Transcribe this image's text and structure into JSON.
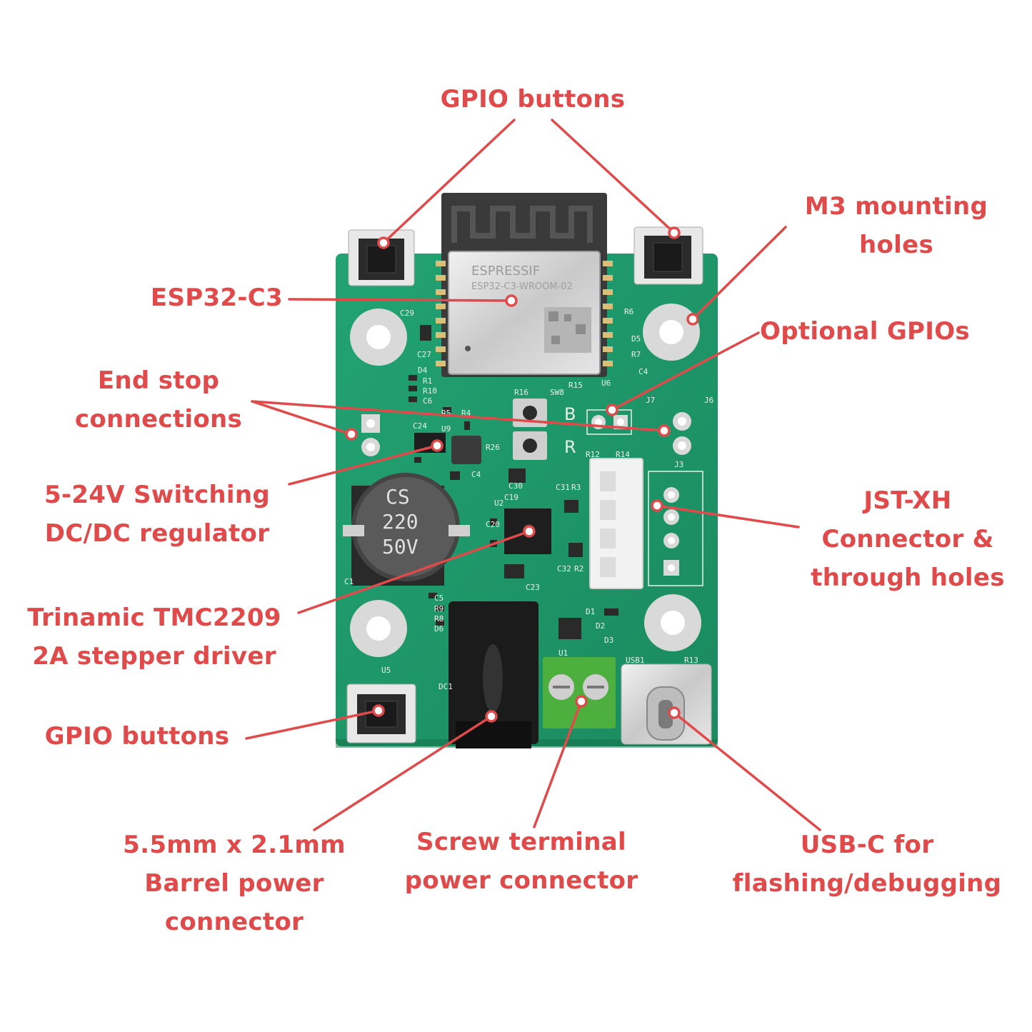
{
  "colors": {
    "accent": "#e04a4a",
    "pcb": "#1f9a6a",
    "pcb_dark": "#177c55",
    "background": "#ffffff"
  },
  "labels": {
    "gpio_buttons_top": "GPIO buttons",
    "m3_mounting_holes": "M3 mounting\nholes",
    "esp32_c3": "ESP32-C3",
    "optional_gpios": "Optional GPIOs",
    "end_stop_connections": "End stop\nconnections",
    "switching_regulator": "5-24V Switching\nDC/DC regulator",
    "jst_xh": "JST-XH\nConnector &\nthrough holes",
    "tmc2209": "Trinamic TMC2209\n2A stepper driver",
    "gpio_buttons_bottom": "GPIO buttons",
    "barrel_connector": "5.5mm x 2.1mm\nBarrel power\nconnector",
    "screw_terminal": "Screw terminal\npower connector",
    "usb_c": "USB-C for\nflashing/debugging"
  },
  "board": {
    "module_brand": "ESPRESSIF",
    "module_name": "ESP32-C3-WROOM-02",
    "capacitor_line1": "CS",
    "capacitor_line2": "220",
    "capacitor_line3": "50V",
    "button_b": "B",
    "button_r": "R",
    "silkscreen": {
      "c29": "C29",
      "c27": "C27",
      "d4": "D4",
      "r1": "R1",
      "r10": "R10",
      "c6": "C6",
      "r5": "R5",
      "r4": "R4",
      "c24": "C24",
      "u9": "U9",
      "r16": "R16",
      "sw8": "SW8",
      "r15": "R15",
      "u6": "U6",
      "r6": "R6",
      "d5": "D5",
      "r7": "R7",
      "c4": "C4",
      "j7": "J7",
      "j6": "J6",
      "r12": "R12",
      "r14": "R14",
      "j3": "J3",
      "r26": "R26",
      "c30": "C30",
      "c19": "C19",
      "u2": "U2",
      "c31": "C31",
      "r3": "R3",
      "c20": "C20",
      "c32": "C32",
      "r2": "R2",
      "c23": "C23",
      "c5": "C5",
      "r9": "R9",
      "r8": "R8",
      "d6": "D6",
      "d1": "D1",
      "d2": "D2",
      "d3": "D3",
      "u1": "U1",
      "u5": "U5",
      "dc1": "DC1",
      "usb1": "USB1",
      "r13": "R13",
      "c1": "C1",
      "c4b": "C4"
    }
  }
}
